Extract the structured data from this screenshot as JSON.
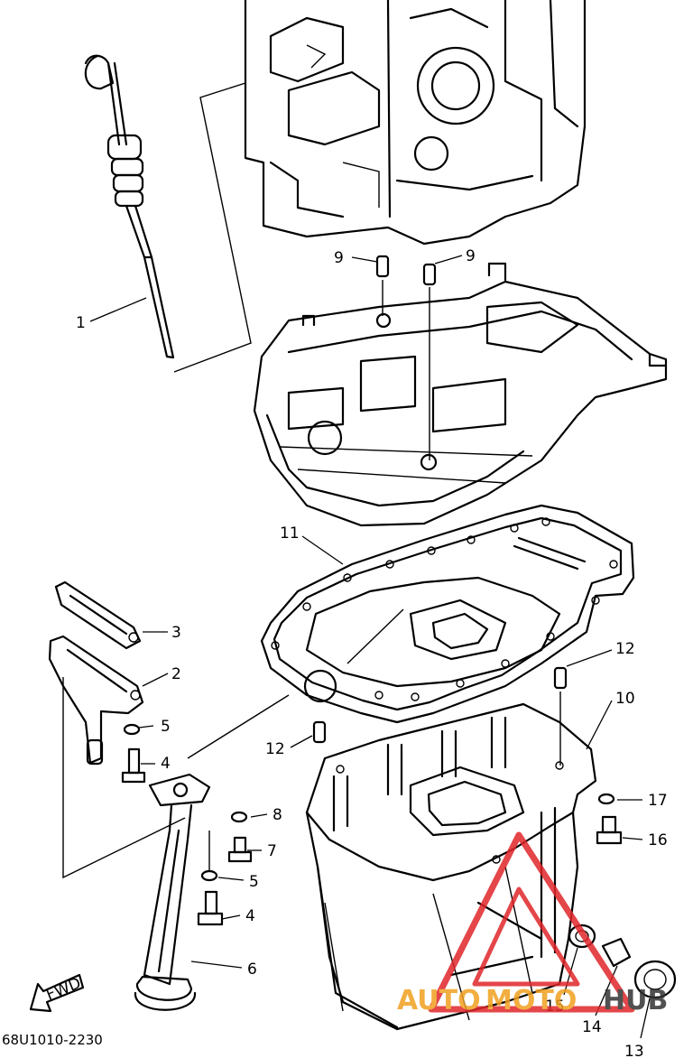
{
  "diagram_code": "68U1010-2230",
  "direction_label": "FWD",
  "callouts": [
    "1",
    "2",
    "3",
    "4",
    "4",
    "5",
    "5",
    "6",
    "7",
    "8",
    "9",
    "9",
    "10",
    "11",
    "12",
    "12",
    "13",
    "14",
    "15",
    "16",
    "17"
  ],
  "watermark": {
    "brand_part1": "AUTO",
    "brand_part2": "MOTO",
    "brand_part3": "HUB",
    "color_primary": "#e0262a",
    "color_secondary": "#f0a020",
    "color_dark": "#333333"
  },
  "colors": {
    "line": "#000000",
    "background": "#ffffff"
  }
}
